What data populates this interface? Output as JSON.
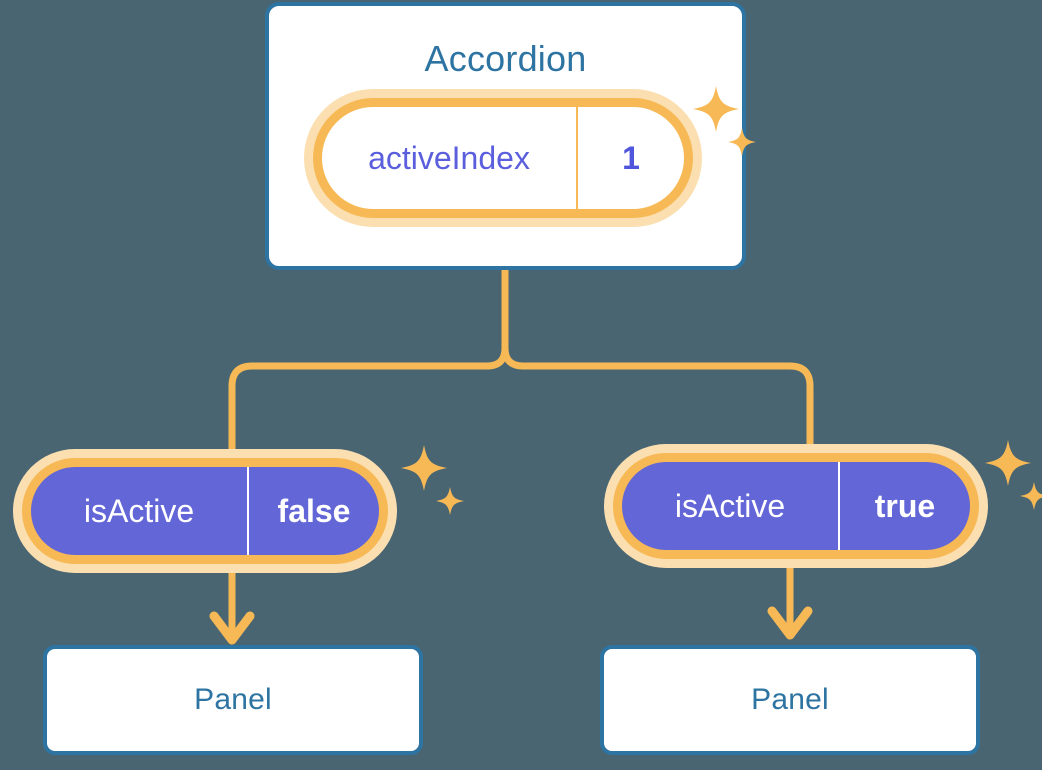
{
  "diagram": {
    "title_node": {
      "label": "Accordion"
    },
    "root_state": {
      "key": "activeIndex",
      "value": "1",
      "variant": "light"
    },
    "branches": [
      {
        "side": "left",
        "state": {
          "key": "isActive",
          "value": "false",
          "variant": "filled"
        },
        "leaf": {
          "label": "Panel"
        }
      },
      {
        "side": "right",
        "state": {
          "key": "isActive",
          "value": "true",
          "variant": "filled"
        },
        "leaf": {
          "label": "Panel"
        }
      }
    ],
    "icons": {
      "sparkle": "sparkle-icon",
      "arrow": "arrow-down-icon"
    },
    "colors": {
      "background": "#4a6572",
      "card_border": "#2e74a2",
      "card_fill": "#ffffff",
      "card_text": "#2e74a2",
      "pill_ring": "#f7b955",
      "pill_halo": "#fbdfb0",
      "pill_fill_active": "#6366d6",
      "pill_text_light": "#5b5fdd",
      "pill_text_filled": "#ffffff",
      "connector": "#f7b955"
    }
  }
}
